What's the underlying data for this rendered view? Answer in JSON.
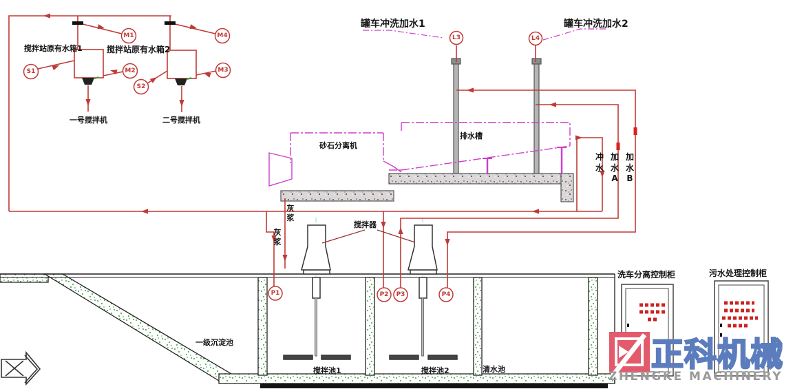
{
  "labels": {
    "tank1": "搅拌站原有水箱1",
    "tank2": "搅拌站原有水箱2",
    "mixer1": "一号搅拌机",
    "mixer2": "二号搅拌机",
    "truck_wash1": "罐车冲洗加水1",
    "truck_wash2": "罐车冲洗加水2",
    "separator": "砂石分离机",
    "drain_trough": "排水槽",
    "flush_water": "冲水",
    "add_water_a": "加水A",
    "add_water_b": "加水B",
    "slurry_left": "灰浆",
    "slurry_right": "灰浆",
    "agitator": "搅拌器",
    "sediment_pool": "一级沉淀池",
    "mix_pool1": "搅拌池1",
    "mix_pool2": "搅拌池2",
    "clear_pool": "清水池",
    "cabinet1": "洗车分离控制柜",
    "cabinet2": "污水处理控制柜"
  },
  "tags": {
    "m1": "M1",
    "m2": "M2",
    "m3": "M3",
    "m4": "M4",
    "s1": "S1",
    "s2": "S2",
    "l3": "L3",
    "l4": "L4",
    "p1": "P1",
    "p2": "P2",
    "p3": "P3",
    "p4": "P4"
  },
  "logo": {
    "cn": "正科机械",
    "en": "ZHENGKE MACHINERY"
  },
  "colors": {
    "pipe_red": "#c03a36",
    "magenta": "#cc3fcc",
    "speckle_green": "#2fa12f",
    "axis_cyan": "#8adbdb",
    "logo_red": "#e25a6b",
    "logo_blue": "#5b7cbd",
    "logo_gray": "#9a9a9a",
    "button_red": "#cc2222"
  }
}
